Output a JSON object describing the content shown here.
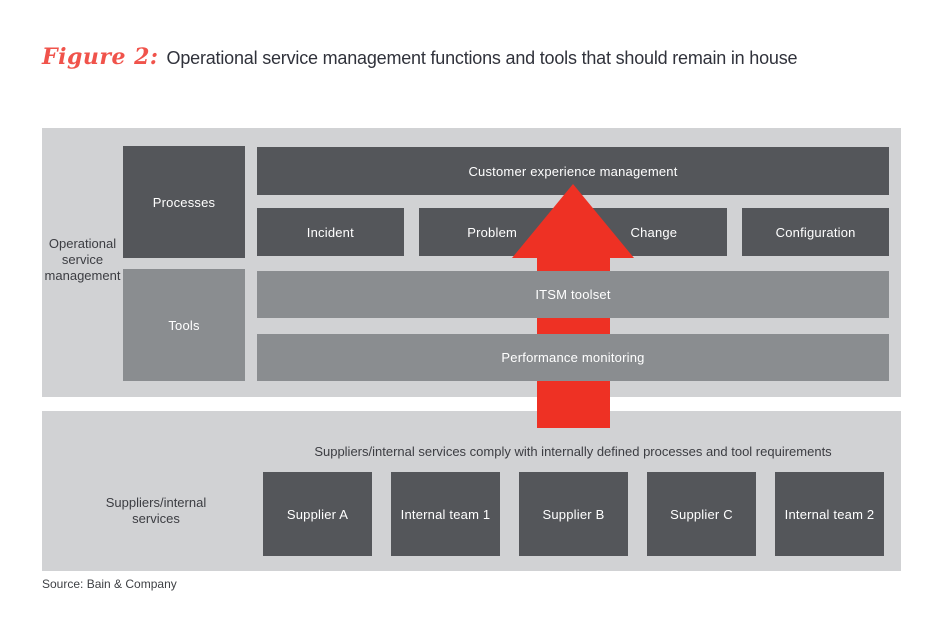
{
  "figure": {
    "label": "Figure 2:",
    "title": "Operational service management functions and tools that should remain in house"
  },
  "colors": {
    "accent_red": "#ee3124",
    "figure_label_red": "#f0534b",
    "dark_box_gray": "#54565a",
    "medium_box_gray": "#8a8d90",
    "panel_gray": "#d1d2d4",
    "text_dark": "#3c3d42"
  },
  "osm": {
    "side_label": "Operational service management",
    "processes_label": "Processes",
    "tools_label": "Tools",
    "cem_label": "Customer experience management",
    "process_boxes": [
      "Incident",
      "Problem",
      "Change",
      "Configuration"
    ],
    "itsm_label": "ITSM toolset",
    "performance_label": "Performance monitoring"
  },
  "suppliers": {
    "side_label": "Suppliers/internal services",
    "comply_text": "Suppliers/internal services comply with internally defined processes and tool requirements",
    "boxes": [
      "Supplier A",
      "Internal team 1",
      "Supplier B",
      "Supplier C",
      "Internal team 2"
    ]
  },
  "source": "Source: Bain & Company"
}
